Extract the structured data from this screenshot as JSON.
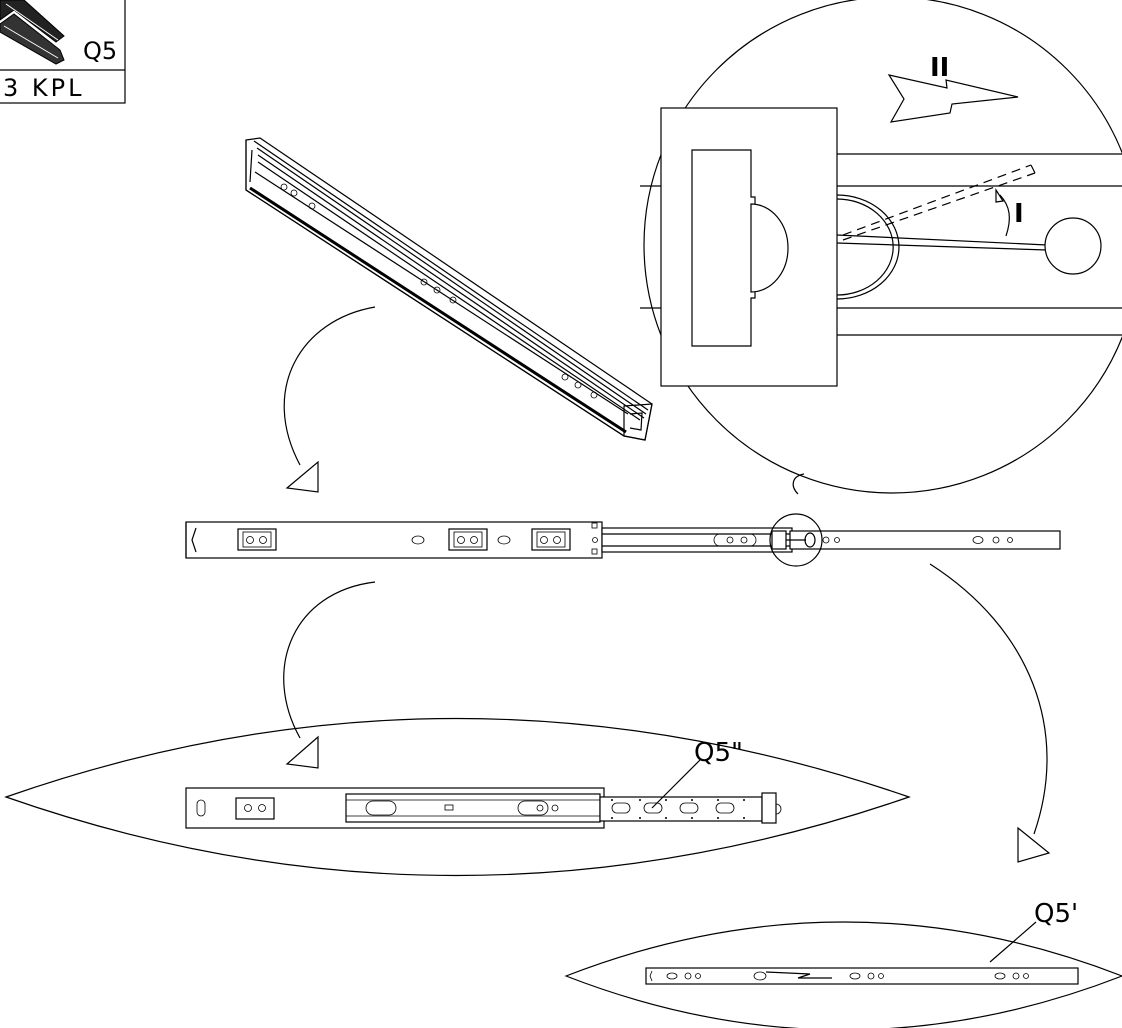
{
  "parts_table": {
    "part_code": "Q5",
    "quantity": "3 KPL"
  },
  "detail_callout": {
    "step_one": "I",
    "step_two": "II"
  },
  "assembly_labels": {
    "variant_double": "Q5\"",
    "variant_single": "Q5'"
  }
}
